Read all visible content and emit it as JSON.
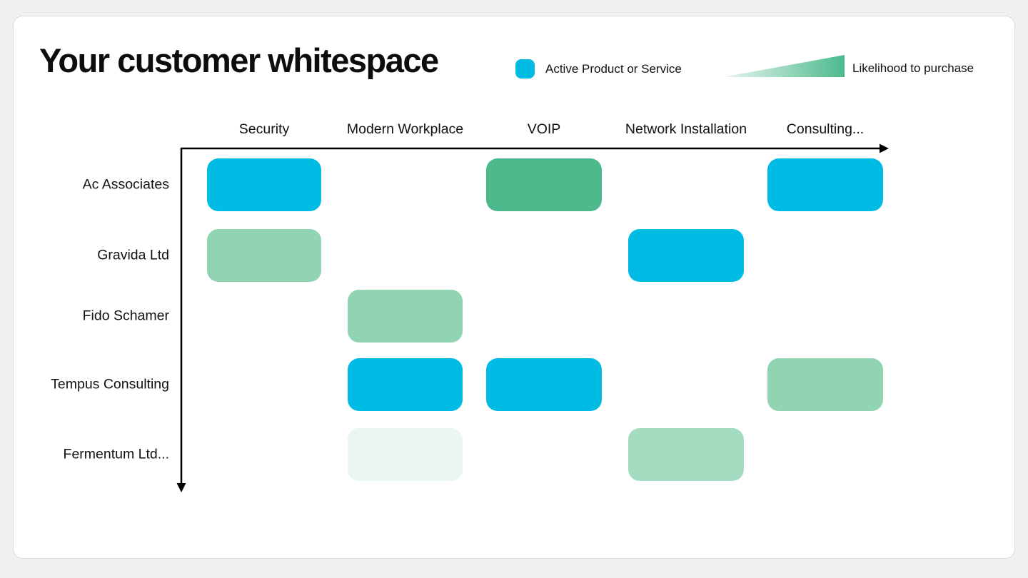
{
  "title": "Your customer whitespace",
  "legend": {
    "active_label": "Active Product or Service",
    "active_color": "#00BCE4",
    "likelihood_label": "Likelihood to purchase",
    "gradient_start": "#E9F6EF",
    "gradient_end": "#4CBA8D"
  },
  "chart_data": {
    "type": "heatmap",
    "x_axis_columns": [
      "Security",
      "Modern Workplace",
      "VOIP",
      "Network Installation",
      "Consulting..."
    ],
    "y_axis_rows": [
      "Ac Associates",
      "Gravida Ltd",
      "Fido Schamer",
      "Tempus Consulting",
      "Fermentum Ltd..."
    ],
    "legend_position": "top",
    "cells": [
      {
        "row": 0,
        "col": 0,
        "company": "Ac Associates",
        "product": "Security",
        "status": "active-product",
        "color": "#00BCE4"
      },
      {
        "row": 0,
        "col": 2,
        "company": "Ac Associates",
        "product": "VOIP",
        "status": "likelihood-high",
        "color": "#4CBA8D"
      },
      {
        "row": 0,
        "col": 4,
        "company": "Ac Associates",
        "product": "Consulting...",
        "status": "active-product",
        "color": "#00BCE4"
      },
      {
        "row": 1,
        "col": 0,
        "company": "Gravida Ltd",
        "product": "Security",
        "status": "likelihood-medium",
        "color": "#90D4B3"
      },
      {
        "row": 1,
        "col": 3,
        "company": "Gravida Ltd",
        "product": "Network Installation",
        "status": "active-product",
        "color": "#00BCE4"
      },
      {
        "row": 2,
        "col": 1,
        "company": "Fido Schamer",
        "product": "Modern Workplace",
        "status": "likelihood-medium",
        "color": "#90D4B3"
      },
      {
        "row": 3,
        "col": 1,
        "company": "Tempus Consulting",
        "product": "Modern Workplace",
        "status": "active-product",
        "color": "#00BCE4"
      },
      {
        "row": 3,
        "col": 2,
        "company": "Tempus Consulting",
        "product": "VOIP",
        "status": "active-product",
        "color": "#00BCE4"
      },
      {
        "row": 3,
        "col": 4,
        "company": "Tempus Consulting",
        "product": "Consulting...",
        "status": "likelihood-medium",
        "color": "#90D4B3"
      },
      {
        "row": 4,
        "col": 1,
        "company": "Fermentum Ltd...",
        "product": "Modern Workplace",
        "status": "likelihood-low",
        "color": "#E9F6F1"
      },
      {
        "row": 4,
        "col": 3,
        "company": "Fermentum Ltd...",
        "product": "Network Installation",
        "status": "likelihood-medium",
        "color": "#A3DCC0"
      }
    ]
  }
}
